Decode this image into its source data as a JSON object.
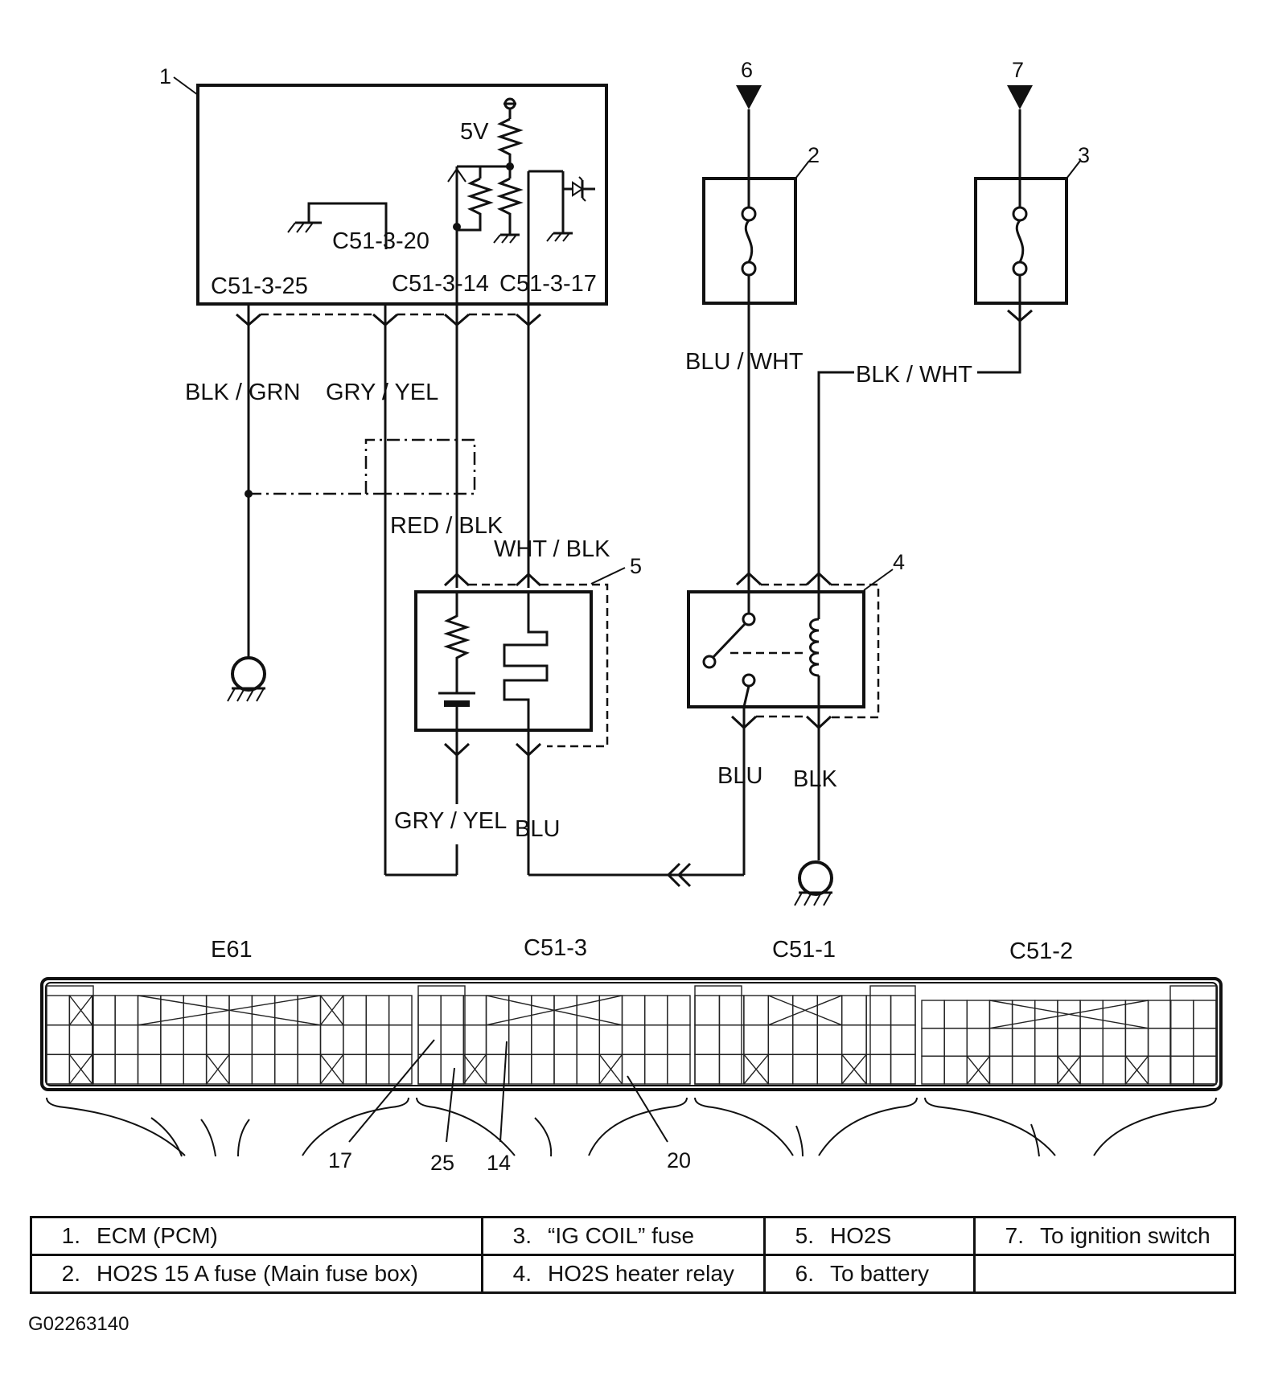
{
  "diagram": {
    "callouts": [
      "1",
      "2",
      "3",
      "4",
      "5",
      "6",
      "7"
    ],
    "ecm": {
      "supply": "5V",
      "pins": {
        "p20": "C51-3-20",
        "p25": "C51-3-25",
        "p14": "C51-3-14",
        "p17": "C51-3-17"
      }
    },
    "wires": {
      "blk_grn": "BLK / GRN",
      "gry_yel_top": "GRY / YEL",
      "red_blk": "RED / BLK",
      "wht_blk": "WHT / BLK",
      "blu_wht": "BLU / WHT",
      "blk_wht": "BLK / WHT",
      "blu_relay": "BLU",
      "blk_relay": "BLK",
      "gry_yel_bottom": "GRY / YEL",
      "blu_bottom": "BLU"
    },
    "connectors": {
      "e61": "E61",
      "c51_3": "C51-3",
      "c51_1": "C51-1",
      "c51_2": "C51-2",
      "pin_callouts": [
        "17",
        "25",
        "14",
        "20"
      ]
    }
  },
  "legend": {
    "rows": [
      [
        {
          "num": "1.",
          "text": "ECM (PCM)"
        },
        {
          "num": "3.",
          "text": "“IG COIL” fuse"
        },
        {
          "num": "5.",
          "text": "HO2S"
        },
        {
          "num": "7.",
          "text": "To ignition switch"
        }
      ],
      [
        {
          "num": "2.",
          "text": "HO2S 15 A fuse (Main fuse box)"
        },
        {
          "num": "4.",
          "text": "HO2S heater relay"
        },
        {
          "num": "6.",
          "text": "To battery"
        },
        {
          "num": "",
          "text": ""
        }
      ]
    ]
  },
  "figure_code": "G02263140"
}
